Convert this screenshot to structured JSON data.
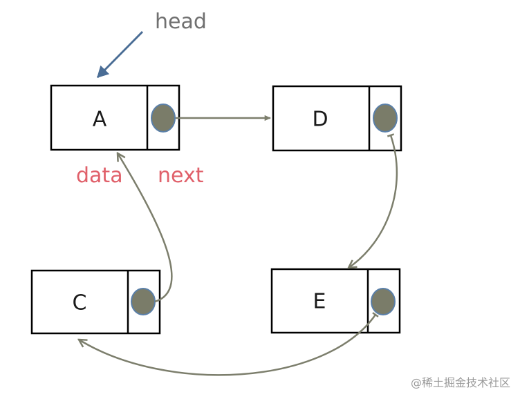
{
  "head_label": "head",
  "field_labels": {
    "data": "data",
    "next": "next"
  },
  "nodes": {
    "a": "A",
    "d": "D",
    "e": "E",
    "c": "C"
  },
  "watermark": "@稀土掘金技术社区",
  "colors": {
    "head_arrow": "#4a6d95",
    "link": "#7c7e6c",
    "pointer_fill": "#7a7c69",
    "pointer_stroke": "#5a7fa8",
    "field_label": "#e0606a",
    "head_label": "#707070"
  }
}
